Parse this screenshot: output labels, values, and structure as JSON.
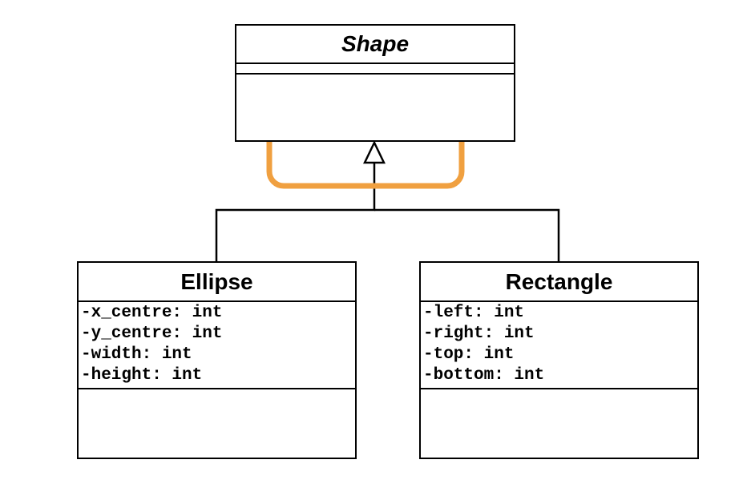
{
  "diagram": {
    "type": "uml-class-diagram",
    "classes": [
      {
        "id": "shape",
        "name": "Shape",
        "abstract": true,
        "attributes": [],
        "methods": []
      },
      {
        "id": "ellipse",
        "name": "Ellipse",
        "abstract": false,
        "attributes": [
          "-x_centre: int",
          "-y_centre: int",
          "-width: int",
          "-height: int"
        ],
        "methods": []
      },
      {
        "id": "rectangle",
        "name": "Rectangle",
        "abstract": false,
        "attributes": [
          "-left: int",
          "-right: int",
          "-top: int",
          "-bottom: int"
        ],
        "methods": []
      }
    ],
    "relationships": [
      {
        "type": "generalization",
        "from": "Ellipse",
        "to": "Shape"
      },
      {
        "type": "generalization",
        "from": "Rectangle",
        "to": "Shape"
      }
    ],
    "highlight": {
      "target": "generalization-arrowhead",
      "color": "#F0A040"
    }
  }
}
